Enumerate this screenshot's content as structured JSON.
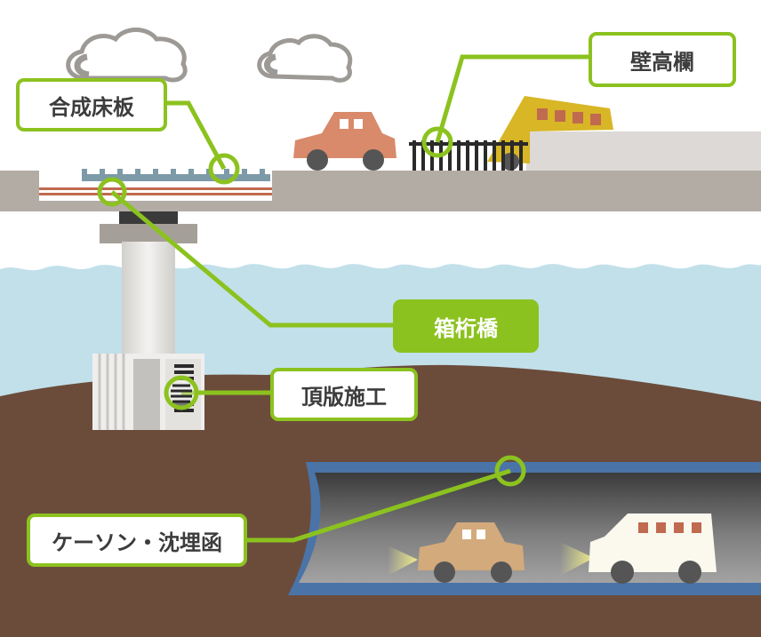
{
  "labels": {
    "composite_deck": "合成床板",
    "wall_railing": "壁高欄",
    "box_girder": "箱桁橋",
    "top_slab": "頂版施工",
    "caisson_culvert": "ケーソン・沈埋函"
  },
  "colors": {
    "accent_green": "#8cc21f",
    "label_text": "#3c3c3c",
    "water": "#c2e0ea",
    "ground": "#6b4c3b",
    "bridge": "#b3aca5",
    "tunnel_rim": "#4a74a8"
  }
}
